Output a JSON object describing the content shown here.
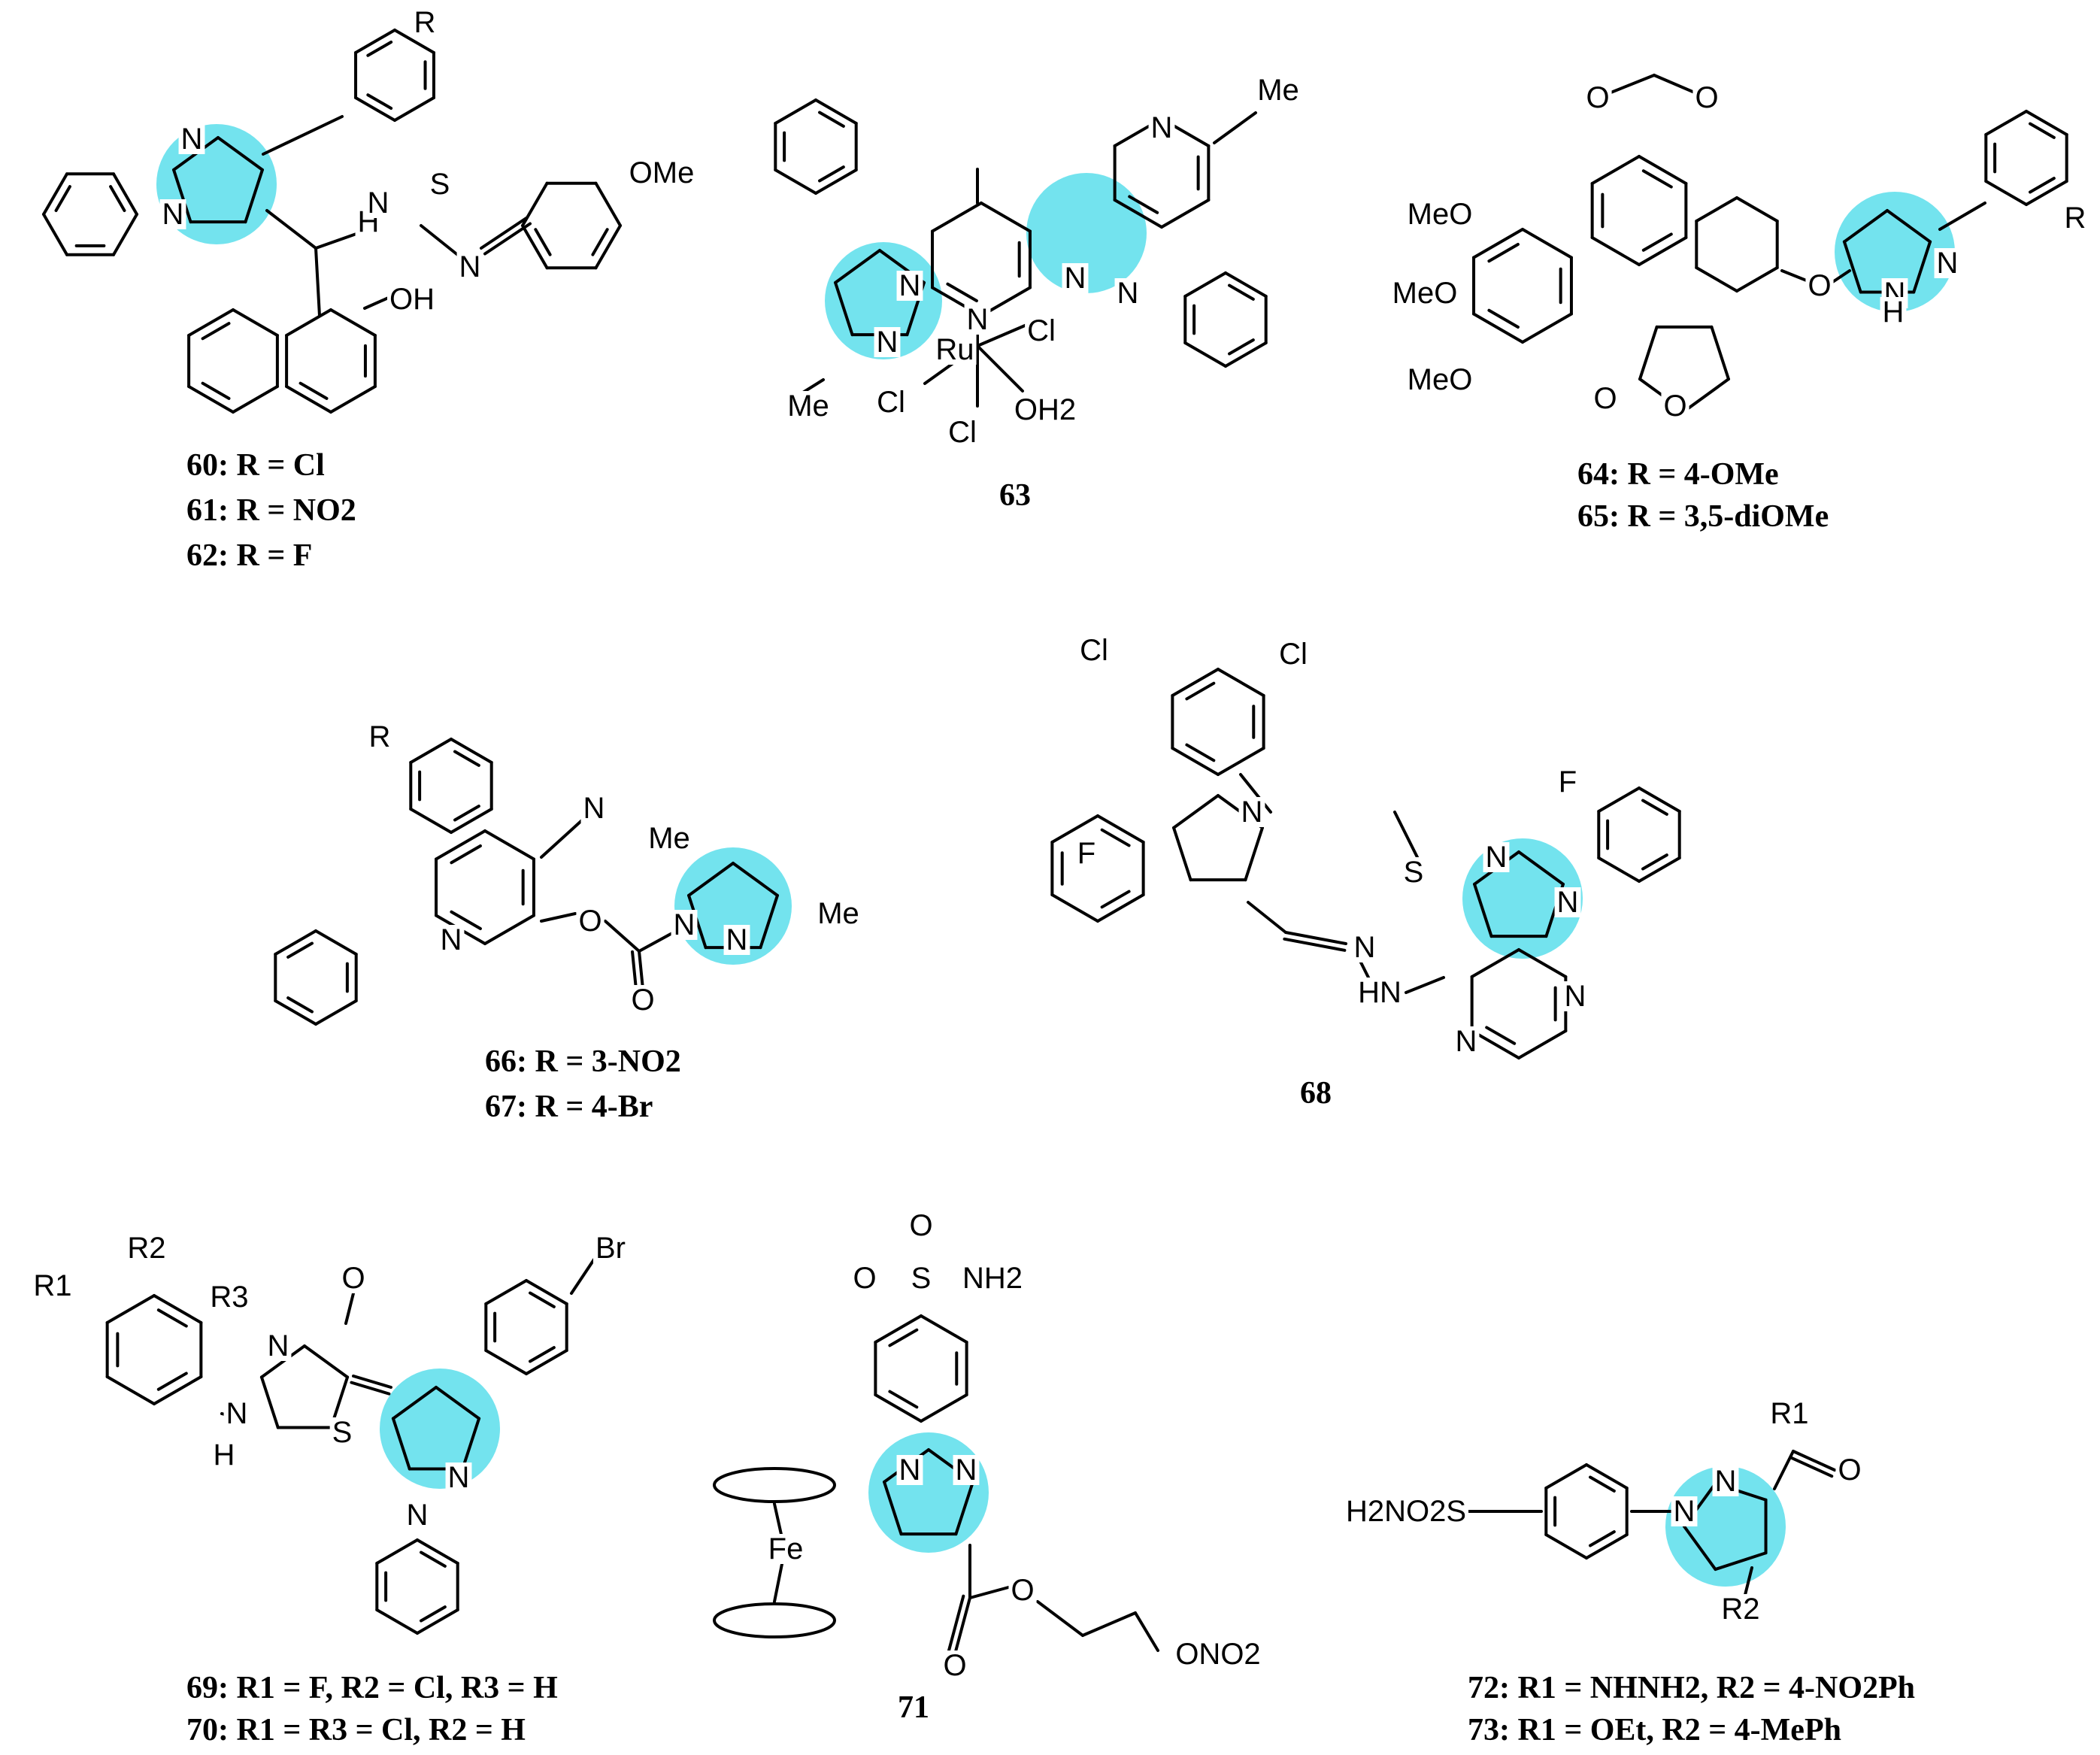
{
  "highlight_color": "#73e3ee",
  "bond_color": "#000000",
  "compounds": [
    {
      "structure_labels": [
        "N",
        "N",
        "R",
        "H",
        "N",
        "S",
        "N",
        "OMe",
        "OH"
      ],
      "captions": [
        {
          "id": "60",
          "text": "60: R = Cl"
        },
        {
          "id": "61",
          "text": "61: R = NO2"
        },
        {
          "id": "62",
          "text": "62: R = F"
        }
      ]
    },
    {
      "structure_labels": [
        "N",
        "N",
        "N",
        "N",
        "N",
        "N",
        "Me",
        "Me",
        "Ru",
        "Cl",
        "Cl",
        "Cl",
        "OH2"
      ],
      "captions": [
        {
          "id": "63",
          "text": "63"
        }
      ]
    },
    {
      "structure_labels": [
        "O",
        "O",
        "MeO",
        "MeO",
        "MeO",
        "O",
        "O",
        "O",
        "N",
        "N",
        "H",
        "R"
      ],
      "captions": [
        {
          "id": "64",
          "text": "64: R = 4-OMe"
        },
        {
          "id": "65",
          "text": "65: R = 3,5-diOMe"
        }
      ]
    },
    {
      "structure_labels": [
        "R",
        "N",
        "N",
        "O",
        "O",
        "Me",
        "N",
        "N",
        "Me"
      ],
      "captions": [
        {
          "id": "66",
          "text": "66: R = 3-NO2"
        },
        {
          "id": "67",
          "text": "67: R = 4-Br"
        }
      ]
    },
    {
      "structure_labels": [
        "Cl",
        "Cl",
        "N",
        "F",
        "F",
        "S",
        "N",
        "N",
        "N",
        "N",
        "HN",
        "N"
      ],
      "captions": [
        {
          "id": "68",
          "text": "68"
        }
      ]
    },
    {
      "structure_labels": [
        "R2",
        "R1",
        "R3",
        "O",
        "N",
        "N",
        "H",
        "S",
        "Br",
        "N",
        "N"
      ],
      "captions": [
        {
          "id": "69",
          "text": "69: R1 = F, R2 = Cl, R3 = H"
        },
        {
          "id": "70",
          "text": "70: R1 = R3 = Cl, R2 = H"
        }
      ]
    },
    {
      "structure_labels": [
        "O",
        "S",
        "NH2",
        "O",
        "N",
        "N",
        "Fe",
        "O",
        "O",
        "ONO2"
      ],
      "captions": [
        {
          "id": "71",
          "text": "71"
        }
      ]
    },
    {
      "structure_labels": [
        "H2NO2S",
        "N",
        "N",
        "R1",
        "O",
        "R2"
      ],
      "captions": [
        {
          "id": "72",
          "text": "72: R1 = NHNH2, R2 = 4-NO2Ph"
        },
        {
          "id": "73",
          "text": "73: R1 = OEt, R2 = 4-MePh"
        }
      ]
    }
  ]
}
